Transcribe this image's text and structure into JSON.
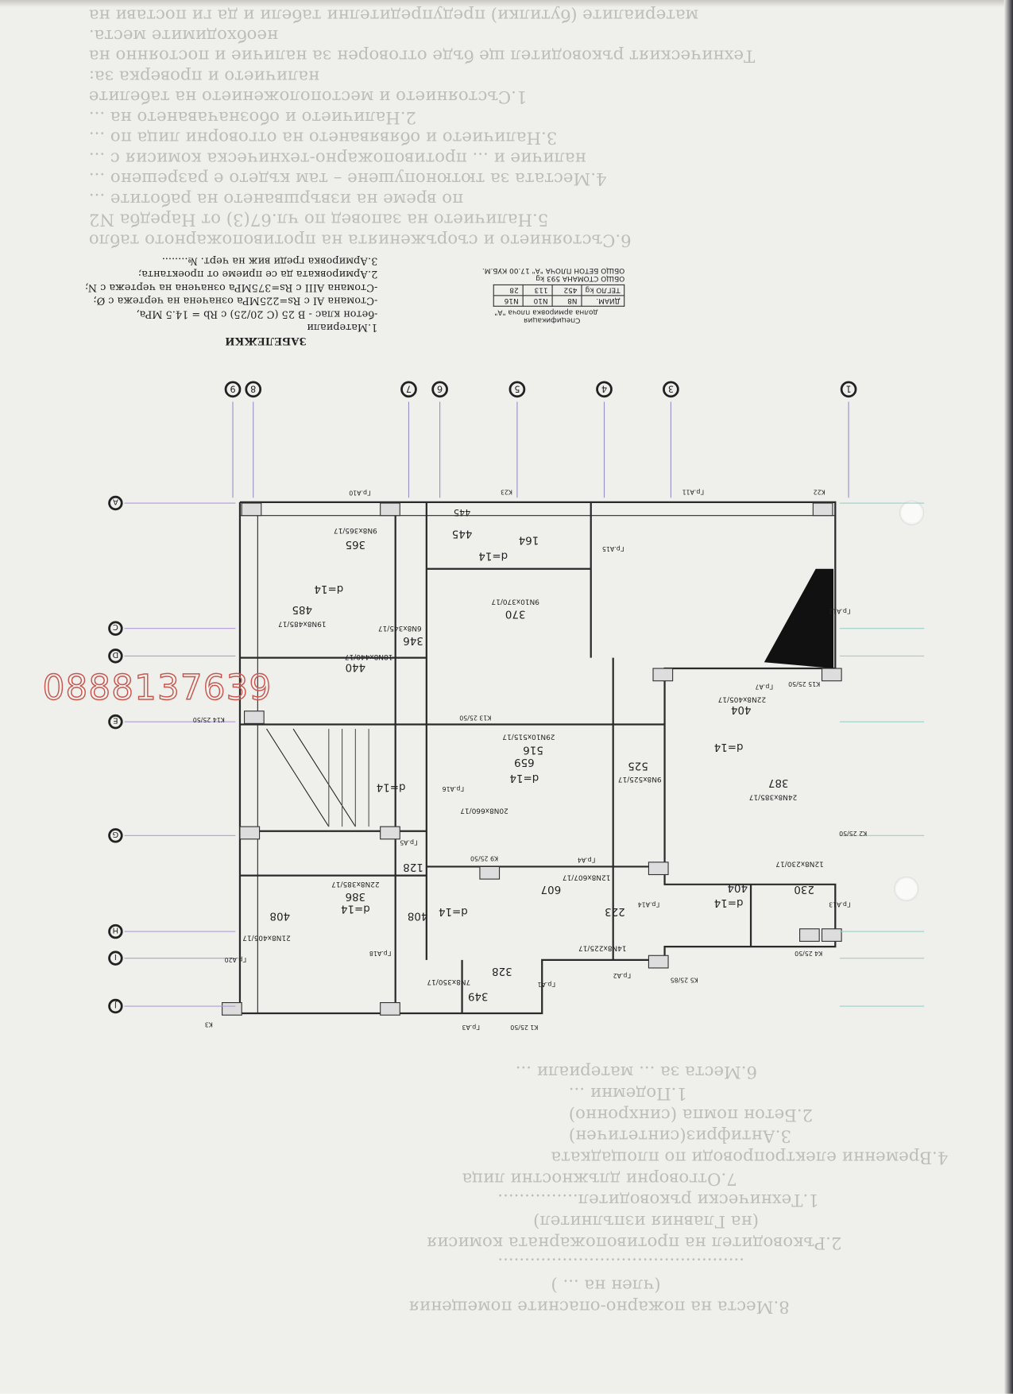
{
  "contact": {
    "phone": "0888137639"
  },
  "notes": {
    "title": "ЗАБЕЛЕЖКИ",
    "lines": [
      "1.Материали",
      "-бетон клас - B 25 (C 20/25) с Rb = 14.5 MPa,",
      "-Стомана AI с Rs=225MPa означена на чертежа с Ø;",
      "-Стомана AIII с Rs=375MPa означена на чертежа с N;",
      "2.Армировката да се приеме от проектанта;",
      "3.Армировка греди виж на черт. №........"
    ]
  },
  "specification": {
    "title": "Спецификация",
    "subtitle": "долна армировка плоча \"А\"",
    "header": [
      "ДИАМ.",
      "N8",
      "N10",
      "N16"
    ],
    "row": [
      "ТЕГЛО kg",
      "452",
      "113",
      "28"
    ],
    "total_steel": "ОБЩО СТОМАНА  593 kg",
    "total_concrete": "ОБЩО БЕТОН ПЛОЧА \"А\"  17.00 КУБ.М."
  },
  "axes": {
    "top": [
      "9",
      "8",
      "7",
      "6",
      "5",
      "4",
      "3",
      "1"
    ],
    "left": [
      "A",
      "C",
      "D",
      "E",
      "G",
      "H",
      "I",
      "J"
    ]
  },
  "drawing_labels": [
    "445",
    "445",
    "365",
    "485",
    "346",
    "440",
    "370",
    "164",
    "516",
    "659",
    "525",
    "404",
    "387",
    "607",
    "404",
    "230",
    "408",
    "386",
    "408",
    "128",
    "223",
    "328",
    "349",
    "d=14",
    "d=14",
    "d=14",
    "d=14",
    "d=14",
    "d=14",
    "d=14",
    "d=14",
    "Гр.А11",
    "Гр.А10",
    "Гр.А12",
    "Гр.А13",
    "Гр.А16",
    "Гр.А15",
    "Гр.А7",
    "Гр.А5",
    "Гр.А4",
    "Гр.А2",
    "Гр.А3",
    "Гр.А20",
    "Гр.А18",
    "Гр.А14",
    "Гр.А1",
    "9N8x365/17",
    "19N8x485/17",
    "18N8x440/17",
    "6N8x345/17",
    "9N10x370/17",
    "20N8x660/17",
    "29N10x515/17",
    "22N8x405/17",
    "24N8x385/17",
    "9N8x525/17",
    "22N8x385/17",
    "21N8x405/17",
    "12N8x607/17",
    "14N8x225/17",
    "12N8x230/17",
    "7N8x350/17",
    "K22",
    "K23",
    "K15 25/50",
    "K14 25/50",
    "K2 25/50",
    "K1 25/50",
    "K3",
    "K4 25/50",
    "K5 25/85",
    "K9 25/50",
    "K13 25/50"
  ],
  "bleed_through_upper": [
    "материалите (бутилки) предупредителни табели и да ги постави на",
    "необходимите места.",
    "Техническият ръководител ще бъде отговорен за наличие и постоянно на",
    "наличието и проверка за:",
    "1.Състоянието и местоположението на табелите",
    "2.Наличието и обозначаването на ...",
    "3.Наличието и обявяването на отговорни лица по ...",
    "наличие и ... противопожарно-техническа комисия с ...",
    "4.Местата за тютюнопушене – там където е разрешено ...",
    "по време на извършването на работите ...",
    "5.Наличието на заповед по чл.67(3) от Наредба N2",
    "6.Състоянието и съоръженията на противопожарното табло"
  ],
  "bleed_through_lower": [
    "6.Места за ... материали ...",
    "1.Подемни ...",
    "2.Бетон помпа (синхронно)",
    "3.Антифриз(синтетичен)",
    "4.Временни електропроводи по площадката",
    "7.Отговорни длъжностни лица",
    "1.Технически ръководител...............",
    "(на Главния изпълнител)",
    "2.Ръководител на противопожарната комисия",
    "..............................................",
    "(член на ... )",
    "8.Места на пожарно-опасните помещения"
  ]
}
